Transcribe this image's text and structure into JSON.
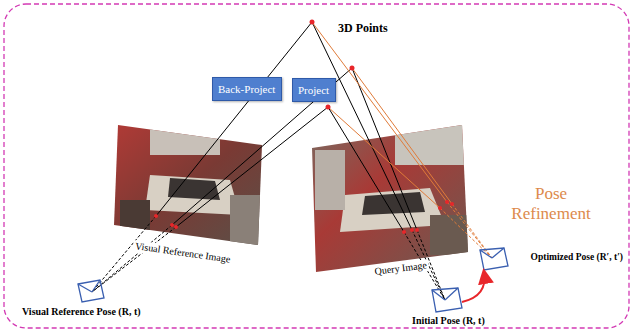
{
  "diagram": {
    "nodes": [
      {
        "text": [
          "Back-Project"
        ]
      },
      {
        "text": [
          "Project"
        ]
      }
    ],
    "labels": [
      "3D Points",
      "Visual Reference Image",
      "Query Image",
      "Visual Reference Pose (R, t)",
      "Initial Pose (R, t)",
      "Optimized Pose (R′, t′)",
      "Pose Refinement"
    ]
  }
}
